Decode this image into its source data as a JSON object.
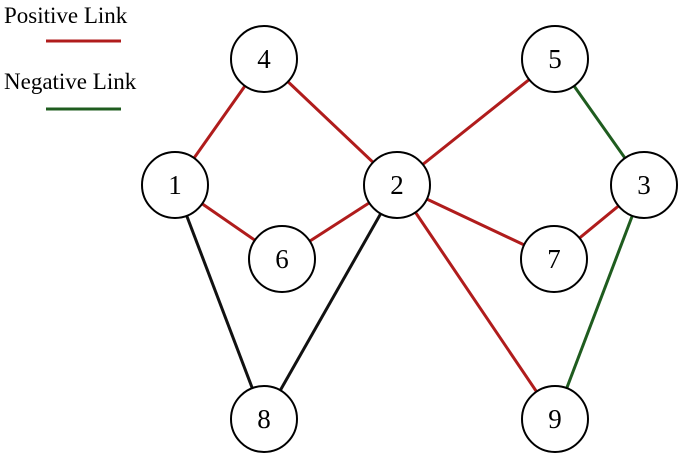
{
  "legend": [
    {
      "label": "Positive Link",
      "color": "#b01c1c"
    },
    {
      "label": "Negative Link",
      "color": "#1f5c1f"
    }
  ],
  "colors": {
    "positive": "#b01c1c",
    "negative": "#1f5c1f",
    "neutral": "#111111"
  },
  "nodes": [
    {
      "id": "1",
      "label": "1"
    },
    {
      "id": "2",
      "label": "2"
    },
    {
      "id": "3",
      "label": "3"
    },
    {
      "id": "4",
      "label": "4"
    },
    {
      "id": "5",
      "label": "5"
    },
    {
      "id": "6",
      "label": "6"
    },
    {
      "id": "7",
      "label": "7"
    },
    {
      "id": "8",
      "label": "8"
    },
    {
      "id": "9",
      "label": "9"
    }
  ],
  "edges": [
    {
      "from": "1",
      "to": "4",
      "type": "positive"
    },
    {
      "from": "4",
      "to": "2",
      "type": "positive"
    },
    {
      "from": "1",
      "to": "6",
      "type": "positive"
    },
    {
      "from": "6",
      "to": "2",
      "type": "positive"
    },
    {
      "from": "2",
      "to": "5",
      "type": "positive"
    },
    {
      "from": "2",
      "to": "7",
      "type": "positive"
    },
    {
      "from": "7",
      "to": "3",
      "type": "positive"
    },
    {
      "from": "2",
      "to": "9",
      "type": "positive"
    },
    {
      "from": "5",
      "to": "3",
      "type": "negative"
    },
    {
      "from": "3",
      "to": "9",
      "type": "negative"
    },
    {
      "from": "1",
      "to": "8",
      "type": "neutral"
    },
    {
      "from": "8",
      "to": "2",
      "type": "neutral"
    }
  ]
}
